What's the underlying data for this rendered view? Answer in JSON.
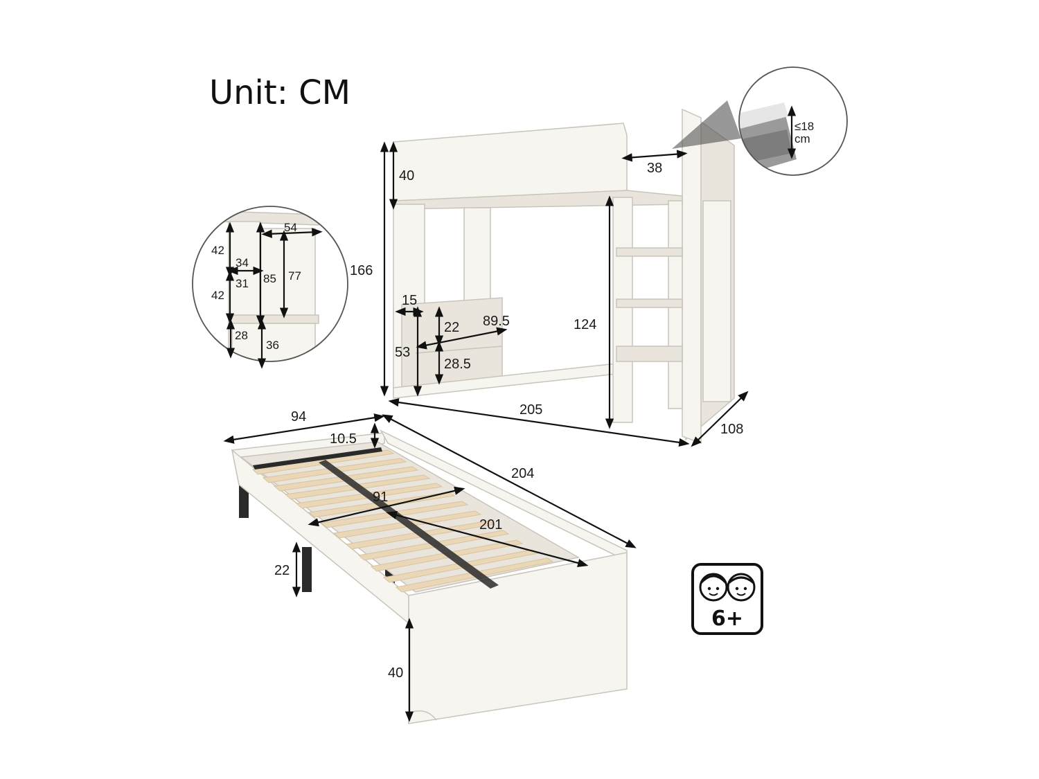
{
  "unit_title": "Unit: CM",
  "loft_bed": {
    "height_total": "166",
    "guard_height": "40",
    "under_height": "124",
    "length": "205",
    "width": "108",
    "ladder_gap": "38",
    "desk_side": "15",
    "desk_height": "53",
    "shelf_upper": "22",
    "shelf_lower": "28.5",
    "desk_width": "89.5"
  },
  "mattress_detail": {
    "thickness_line1": "≤18",
    "thickness_line2": "cm"
  },
  "shelf_detail": {
    "top_width": "54",
    "upper_height": "42",
    "inner_top": "34",
    "inner_bottom": "31",
    "middle_height": "85",
    "right_height": "77",
    "lower_height": "42",
    "bottom_left": "28",
    "bottom_right": "36"
  },
  "trundle_bed": {
    "width": "94",
    "length": "204",
    "side_height": "10.5",
    "inner_width": "91",
    "inner_length": "201",
    "leg_height": "22",
    "front_height": "40"
  },
  "age_badge": {
    "label": "6+"
  },
  "colors": {
    "furniture": "#f7f5f0",
    "slats": "#ead7b8",
    "lines": "#111111"
  }
}
